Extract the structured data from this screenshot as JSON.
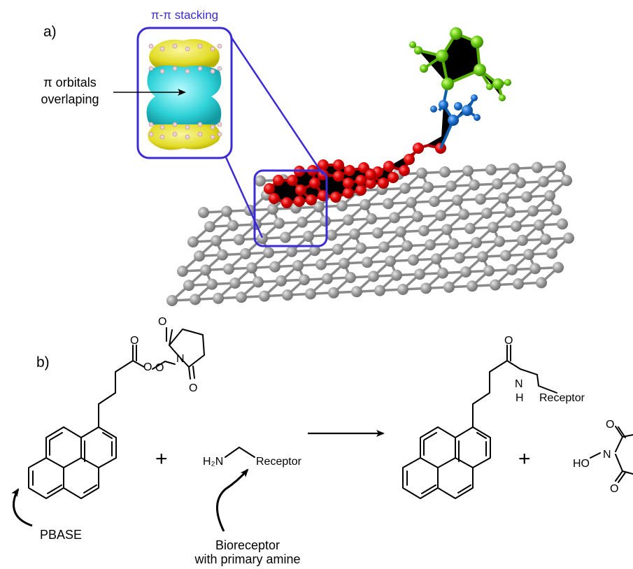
{
  "panel_a": {
    "label": "a)",
    "inset_title": "π-π stacking",
    "inset_annotation_line1": "π orbitals",
    "inset_annotation_line2": "overlaping"
  },
  "panel_b": {
    "label": "b)",
    "plus_1": "+",
    "plus_2": "+",
    "pbase_label": "PBASE",
    "bioreceptor_line1": "Bioreceptor",
    "bioreceptor_line2": "with primary amine",
    "amine_h2n": "H₂N",
    "amine_receptor": "Receptor",
    "product_n": "N",
    "product_h": "H",
    "product_receptor": "Receptor",
    "oxygen": "O",
    "nitrogen": "N",
    "nhs_ho": "HO"
  },
  "colors": {
    "inset_frame": "#3a2bd6",
    "carbon": "#8c8c8c",
    "pyrene": "#e00000",
    "amide": "#1a6fd0",
    "receptor": "#66cc11",
    "orbital_outer": "#e6e020",
    "orbital_inner": "#30d8d8"
  }
}
